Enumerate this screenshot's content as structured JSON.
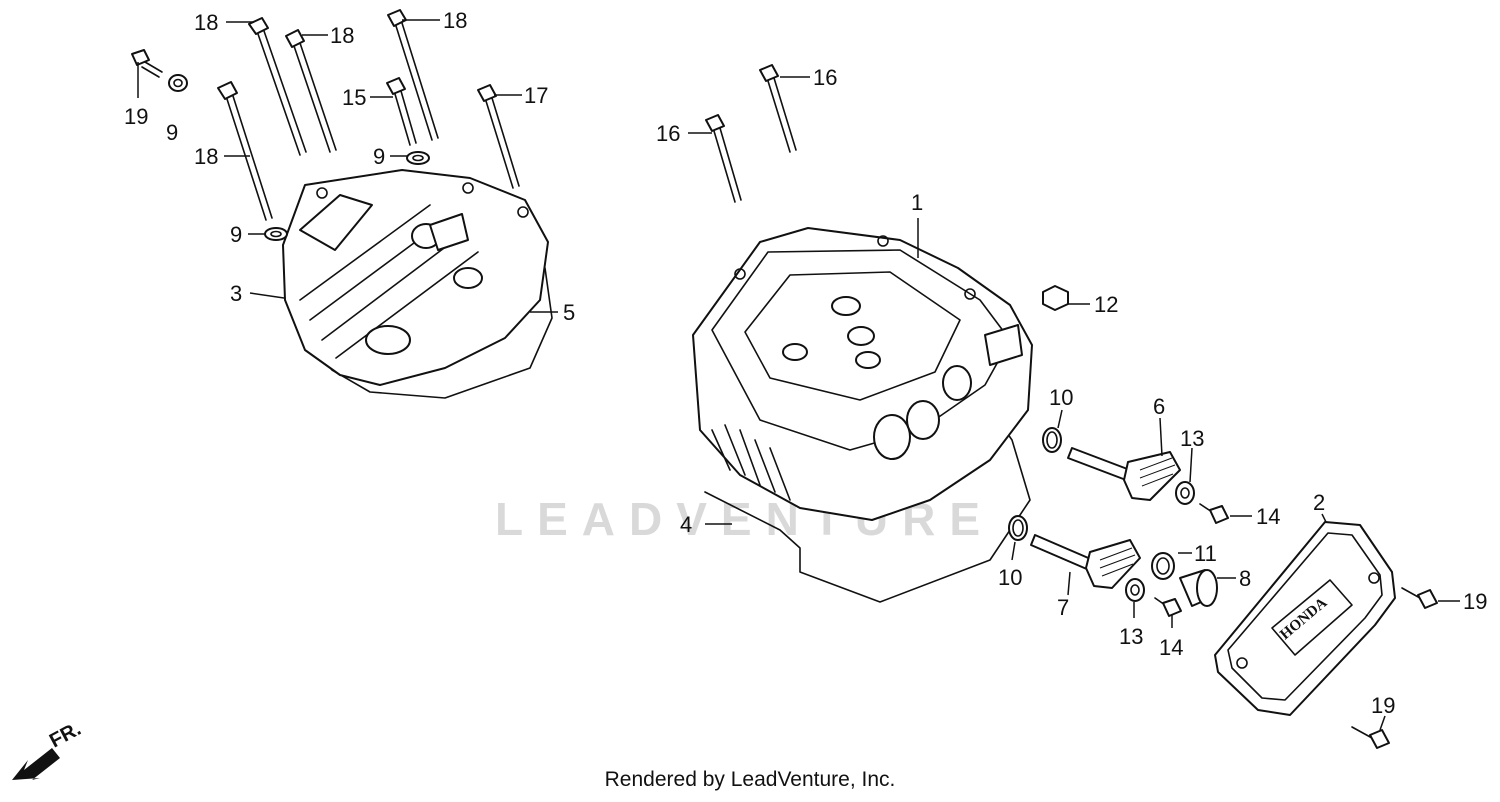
{
  "watermark": "LEADVENTURE",
  "footer": "Rendered by LeadVenture, Inc.",
  "direction_indicator": "FR.",
  "cover_emblem": "HONDA",
  "callouts": [
    "18",
    "18",
    "18",
    "19",
    "9",
    "15",
    "17",
    "9",
    "18",
    "9",
    "3",
    "5",
    "16",
    "16",
    "1",
    "12",
    "10",
    "6",
    "13",
    "14",
    "4",
    "2",
    "10",
    "11",
    "8",
    "7",
    "13",
    "14",
    "19",
    "19"
  ]
}
